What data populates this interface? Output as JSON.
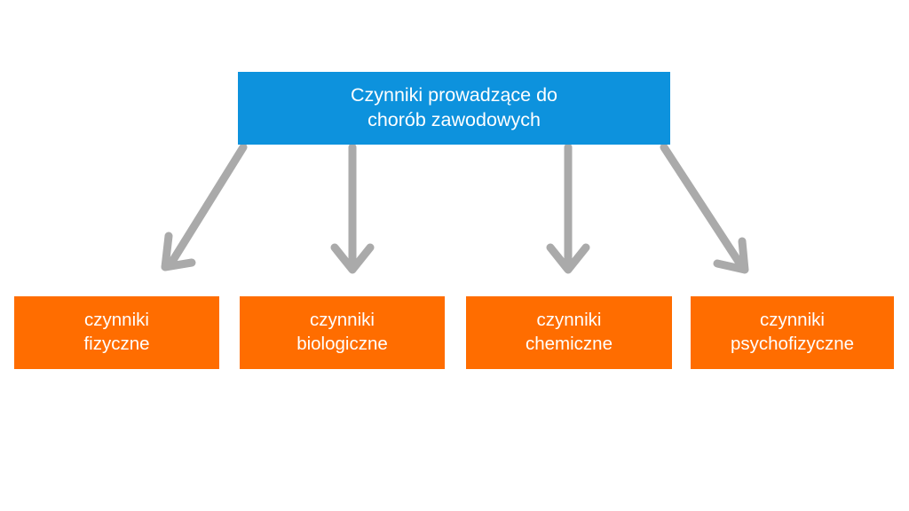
{
  "diagram": {
    "title": "Czynniki prowadzące do chorób zawodowych",
    "background_color": "#ffffff",
    "root": {
      "label": "Czynniki prowadzące do\nchorób zawodowych",
      "fill_color": "#0d92dd",
      "text_color": "#ffffff"
    },
    "branches": [
      {
        "label": "czynniki\nfizyczne",
        "fill_color": "#ff6d00",
        "text_color": "#ffffff",
        "connector": "arrow-down-left-icon"
      },
      {
        "label": "czynniki\nbiologiczne",
        "fill_color": "#ff6d00",
        "text_color": "#ffffff",
        "connector": "arrow-down-icon"
      },
      {
        "label": "czynniki\nchemiczne",
        "fill_color": "#ff6d00",
        "text_color": "#ffffff",
        "connector": "arrow-down-icon"
      },
      {
        "label": "czynniki\npsychofizyczne",
        "fill_color": "#ff6d00",
        "text_color": "#ffffff",
        "connector": "arrow-down-right-icon"
      }
    ],
    "connectors": {
      "color": "#aaaaaa",
      "stroke_width": 9,
      "head_style": "open-chevron"
    }
  }
}
